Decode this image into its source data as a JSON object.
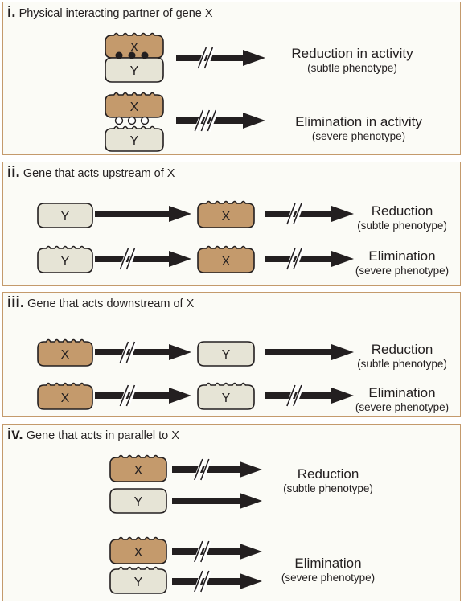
{
  "colors": {
    "gene_x": "#c49a6c",
    "gene_y": "#e6e4d6",
    "border": "#c49a6c",
    "arrow": "#231f20"
  },
  "gene_labels": {
    "x": "X",
    "y": "Y"
  },
  "panels": [
    {
      "numeral": "i.",
      "title": "Physical interacting partner of gene X",
      "outcomes": [
        {
          "main": "Reduction in activity",
          "sub": "(subtle phenotype)"
        },
        {
          "main": "Elimination in activity",
          "sub": "(severe phenotype)"
        }
      ]
    },
    {
      "numeral": "ii.",
      "title": "Gene that acts upstream of X",
      "outcomes": [
        {
          "main": "Reduction",
          "sub": "(subtle phenotype)"
        },
        {
          "main": "Elimination",
          "sub": "(severe phenotype)"
        }
      ]
    },
    {
      "numeral": "iii.",
      "title": "Gene that acts downstream of X",
      "outcomes": [
        {
          "main": "Reduction",
          "sub": "(subtle phenotype)"
        },
        {
          "main": "Elimination",
          "sub": "(severe phenotype)"
        }
      ]
    },
    {
      "numeral": "iv.",
      "title": "Gene that acts in parallel to X",
      "outcomes": [
        {
          "main": "Reduction",
          "sub": "(subtle phenotype)"
        },
        {
          "main": "Elimination",
          "sub": "(severe phenotype)"
        }
      ]
    }
  ]
}
